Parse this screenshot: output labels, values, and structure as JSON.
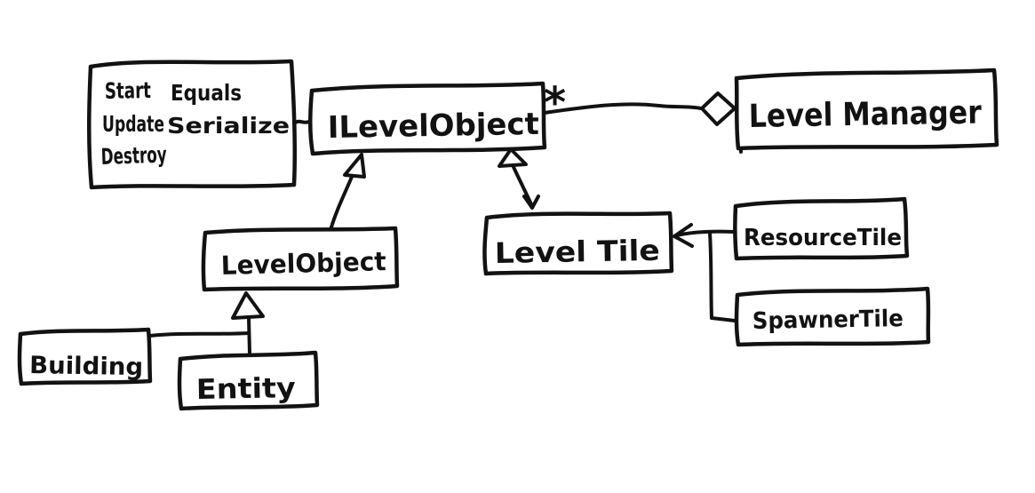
{
  "diagram": {
    "type": "uml-class-diagram",
    "style": "hand-drawn",
    "ink_color": "#121212",
    "background_color": "#ffffff",
    "boxes": {
      "interface_methods": {
        "column_left": [
          "Start",
          "Update",
          "Destroy"
        ],
        "column_right": [
          "Equals",
          "Serialize"
        ]
      },
      "ilevelobject": {
        "label": "ILevelObject"
      },
      "level_manager": {
        "label": "Level Manager"
      },
      "level_object": {
        "label": "LevelObject"
      },
      "level_tile": {
        "label": "Level Tile"
      },
      "resource_tile": {
        "label": "ResourceTile"
      },
      "spawner_tile": {
        "label": "SpawnerTile"
      },
      "building": {
        "label": "Building"
      },
      "entity": {
        "label": "Entity"
      }
    },
    "annotations": {
      "aggregation_multiplicity": "*"
    },
    "relationships": [
      {
        "from": "interface_methods",
        "to": "ilevelobject",
        "type": "association"
      },
      {
        "from": "ilevelobject",
        "to": "level_manager",
        "type": "aggregation",
        "multiplicity": "*"
      },
      {
        "from": "level_object",
        "to": "ilevelobject",
        "type": "inheritance"
      },
      {
        "from": "level_tile",
        "to": "ilevelobject",
        "type": "inheritance"
      },
      {
        "from": "resource_tile",
        "to": "level_tile",
        "type": "inheritance"
      },
      {
        "from": "spawner_tile",
        "to": "level_tile",
        "type": "inheritance"
      },
      {
        "from": "building",
        "to": "level_object",
        "type": "inheritance"
      },
      {
        "from": "entity",
        "to": "level_object",
        "type": "inheritance"
      }
    ]
  }
}
